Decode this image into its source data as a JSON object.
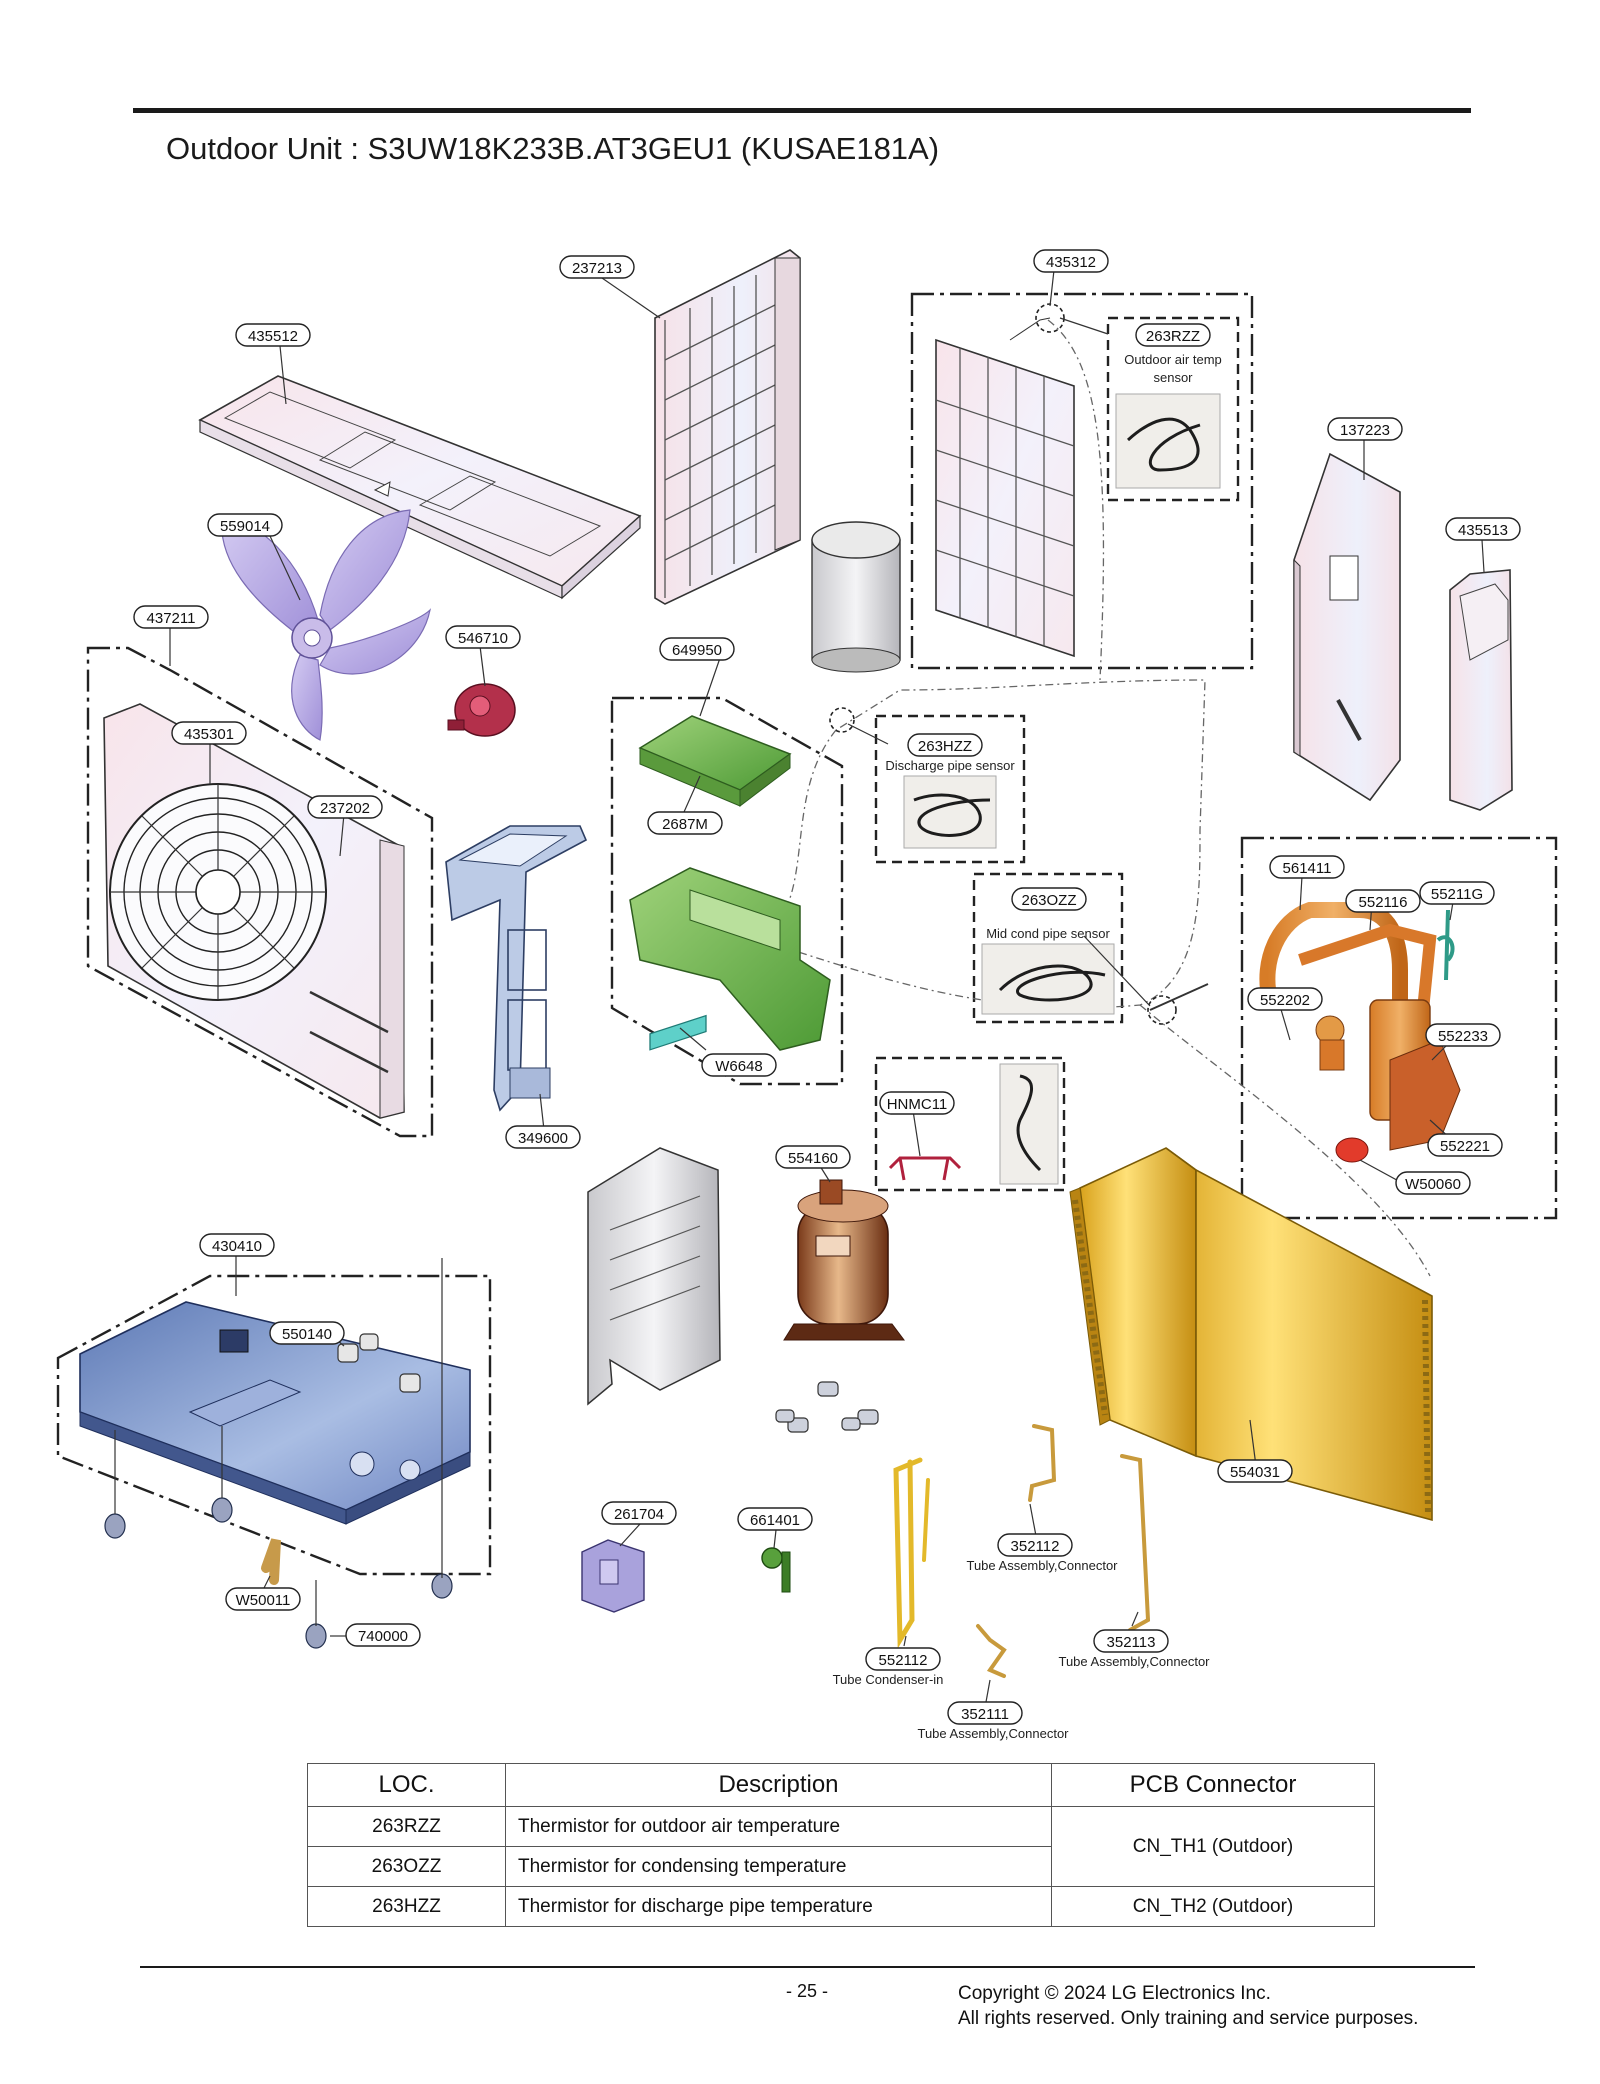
{
  "page": {
    "title": "Outdoor Unit : S3UW18K233B.AT3GEU1 (KUSAE181A)",
    "page_number": "- 25 -",
    "copyright_line1": "Copyright © 2024 LG Electronics Inc.",
    "copyright_line2": "All rights reserved. Only training and service purposes."
  },
  "parts": {
    "p237213": "237213",
    "p435312": "435312",
    "p263RZZ": "263RZZ",
    "p263RZZ_desc1": "Outdoor air temp",
    "p263RZZ_desc2": "sensor",
    "p435512": "435512",
    "p137223": "137223",
    "p435513": "435513",
    "p559014": "559014",
    "p437211": "437211",
    "p546710": "546710",
    "p649950": "649950",
    "p435301": "435301",
    "p237202": "237202",
    "p263HZZ": "263HZZ",
    "p263HZZ_desc": "Discharge pipe sensor",
    "p2687M": "2687M",
    "p561411": "561411",
    "p552116": "552116",
    "p55211G": "55211G",
    "p263OZZ": "263OZZ",
    "p263OZZ_desc": "Mid cond pipe sensor",
    "p552202": "552202",
    "p552233": "552233",
    "pW6648": "W6648",
    "pHNMC11": "HNMC11",
    "p349600": "349600",
    "p552221": "552221",
    "p554160": "554160",
    "pW50060": "W50060",
    "p430410": "430410",
    "p550140": "550140",
    "p554031": "554031",
    "p261704": "261704",
    "p661401": "661401",
    "p352112": "352112",
    "p352112_desc": "Tube Assembly,Connector",
    "pW50011": "W50011",
    "p740000": "740000",
    "p352113": "352113",
    "p352113_desc": "Tube Assembly,Connector",
    "p552112": "552112",
    "p552112_desc": "Tube Condenser-in",
    "p352111": "352111",
    "p352111_desc": "Tube Assembly,Connector"
  },
  "table": {
    "headers": [
      "LOC.",
      "Description",
      "PCB Connector"
    ],
    "rows": [
      {
        "loc": "263RZZ",
        "desc": "Thermistor for outdoor air temperature"
      },
      {
        "loc": "263OZZ",
        "desc": "Thermistor for condensing temperature"
      },
      {
        "loc": "263HZZ",
        "desc": "Thermistor for discharge pipe temperature"
      }
    ],
    "connector_1": "CN_TH1 (Outdoor)",
    "connector_2": "CN_TH2 (Outdoor)"
  }
}
